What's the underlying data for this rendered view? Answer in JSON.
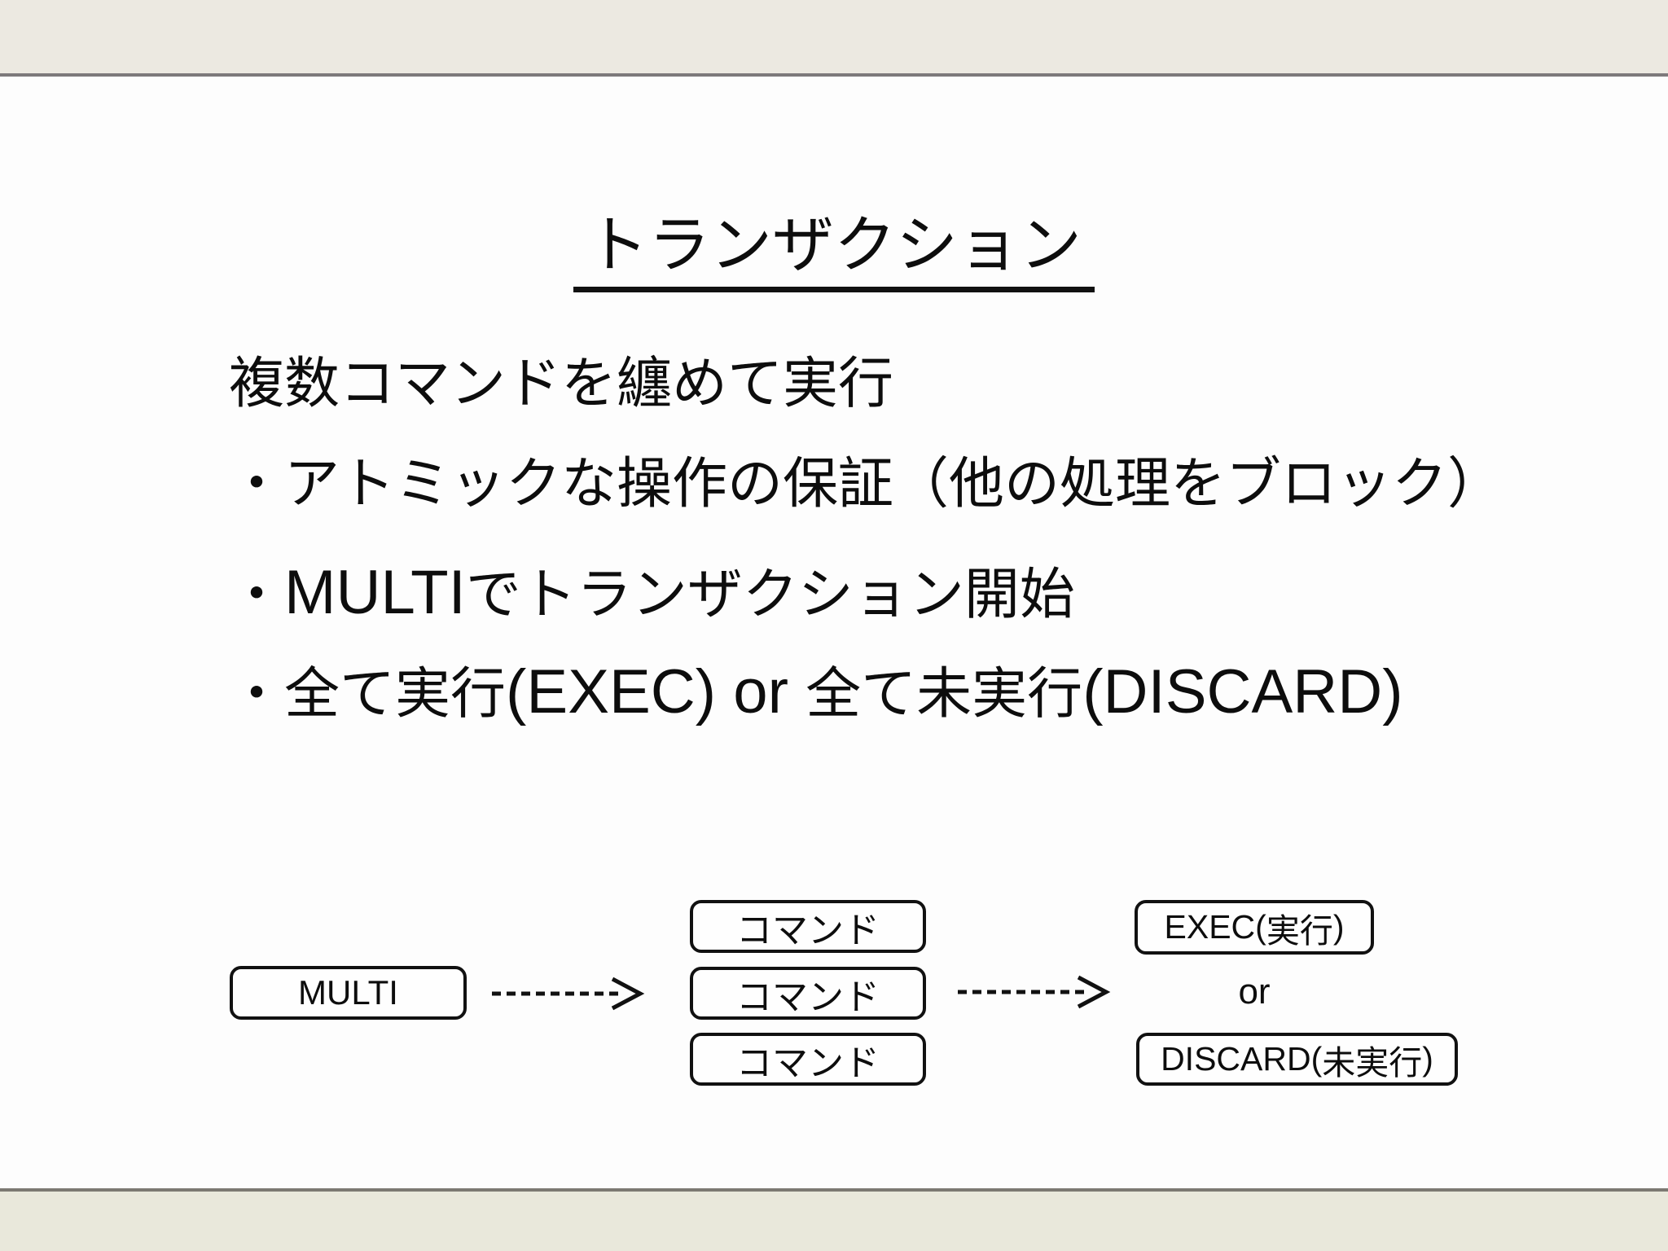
{
  "slide": {
    "title": "トランザクション",
    "intro": "複数コマンドを纏めて実行",
    "bullets": {
      "atomic": {
        "marker": "・",
        "text": "アトミックな操作の保証（他の処理をブロック）"
      },
      "multi": {
        "marker": "・",
        "latin": "MULTI",
        "text": "でトランザクション開始"
      },
      "exec": {
        "marker": "・",
        "jp1": "全て実行",
        "latin1": "(EXEC) or ",
        "jp2": "全て未実行",
        "latin2": "(DISCARD)"
      }
    },
    "diagram": {
      "multi_label": "MULTI",
      "command_labels": [
        "コマンド",
        "コマンド",
        "コマンド"
      ],
      "exec_box": {
        "latin_open": "EXEC(",
        "jp": "実行",
        "close": ")"
      },
      "or_label": "or",
      "discard_box": {
        "latin_open": "DISCARD(",
        "jp": "未実行",
        "close": ")"
      }
    },
    "colors": {
      "top_bar": "#ECE9E1",
      "bottom_bar": "#E9E8DB",
      "divider_top": "#7D797B",
      "divider_bottom": "#7C7972",
      "background": "#FDFDFD",
      "text": "#0D0D0D",
      "box_border": "#111111"
    }
  }
}
